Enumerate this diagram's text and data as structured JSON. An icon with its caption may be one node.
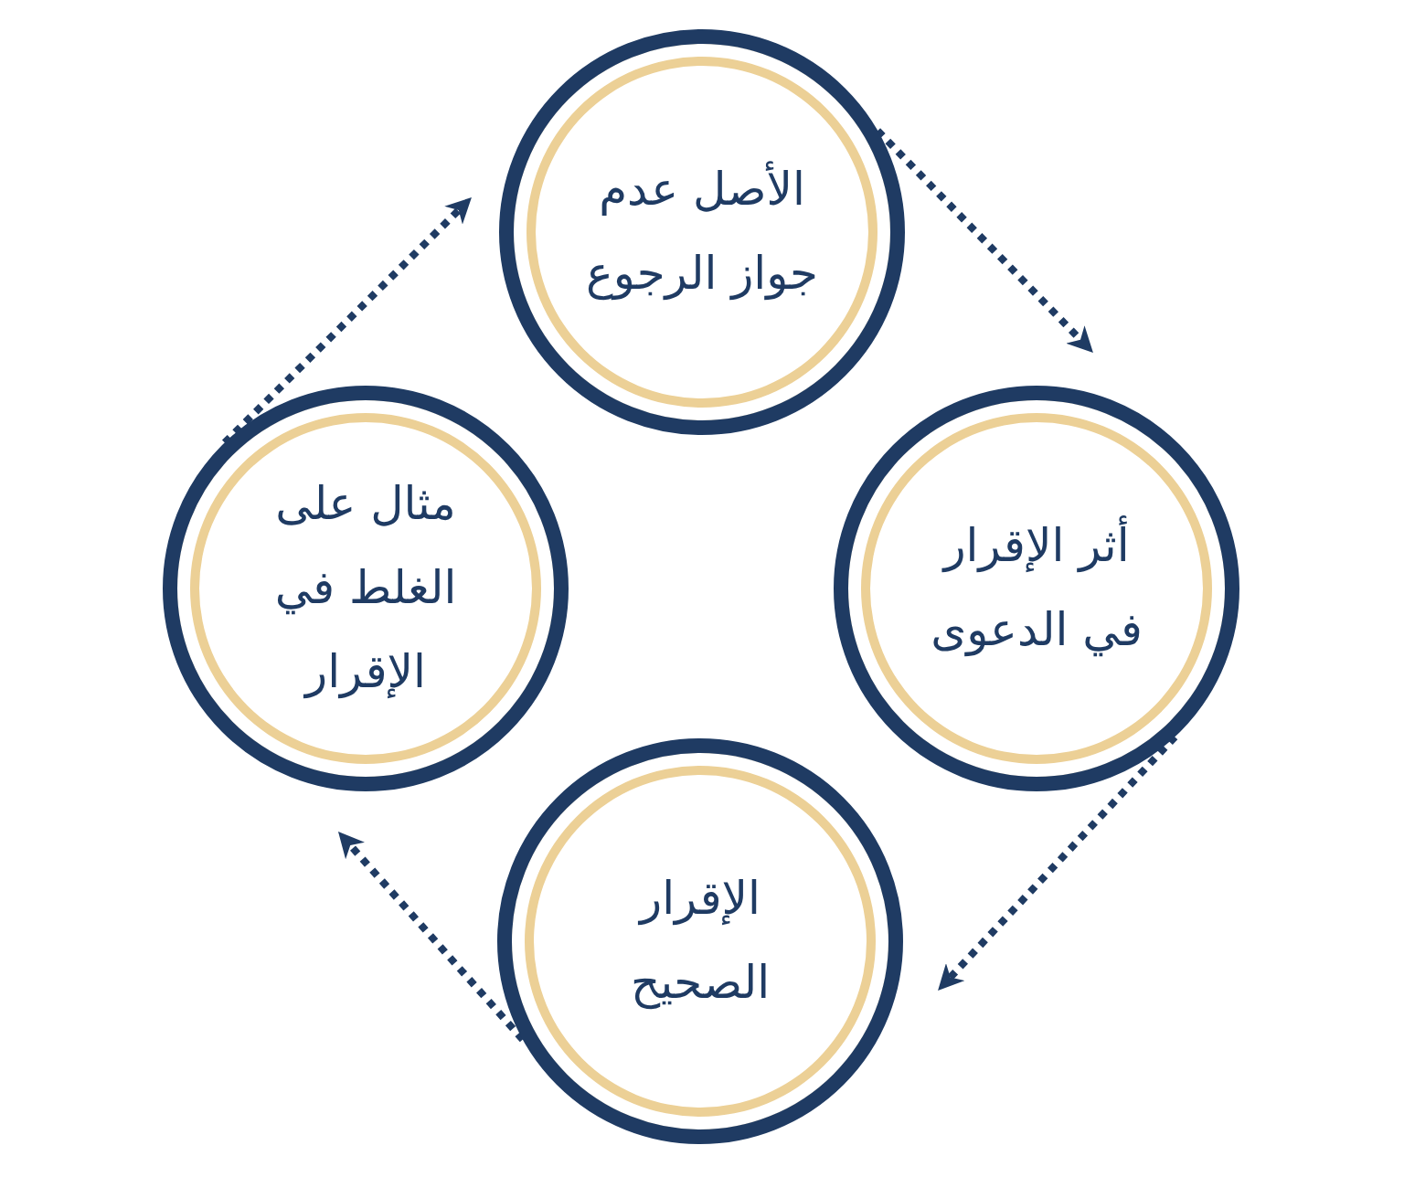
{
  "diagram": {
    "nodes": [
      {
        "text": [
          "الأصل عدم جواز الرجوع"
        ]
      },
      {
        "text": [
          "أثر الإقرار في الدعوى"
        ]
      },
      {
        "text": [
          "الإقرار الصحيح"
        ]
      },
      {
        "text": [
          "مثال على الغلط في الإقرار"
        ]
      }
    ],
    "edges": [
      {
        "from": 0,
        "to": 1,
        "arrow": "to",
        "style": "dashed"
      },
      {
        "from": 1,
        "to": 2,
        "arrow": "to",
        "style": "dashed"
      },
      {
        "from": 2,
        "to": 3,
        "arrow": "to",
        "style": "dashed"
      },
      {
        "from": 3,
        "to": 0,
        "arrow": "to",
        "style": "dashed"
      }
    ]
  }
}
